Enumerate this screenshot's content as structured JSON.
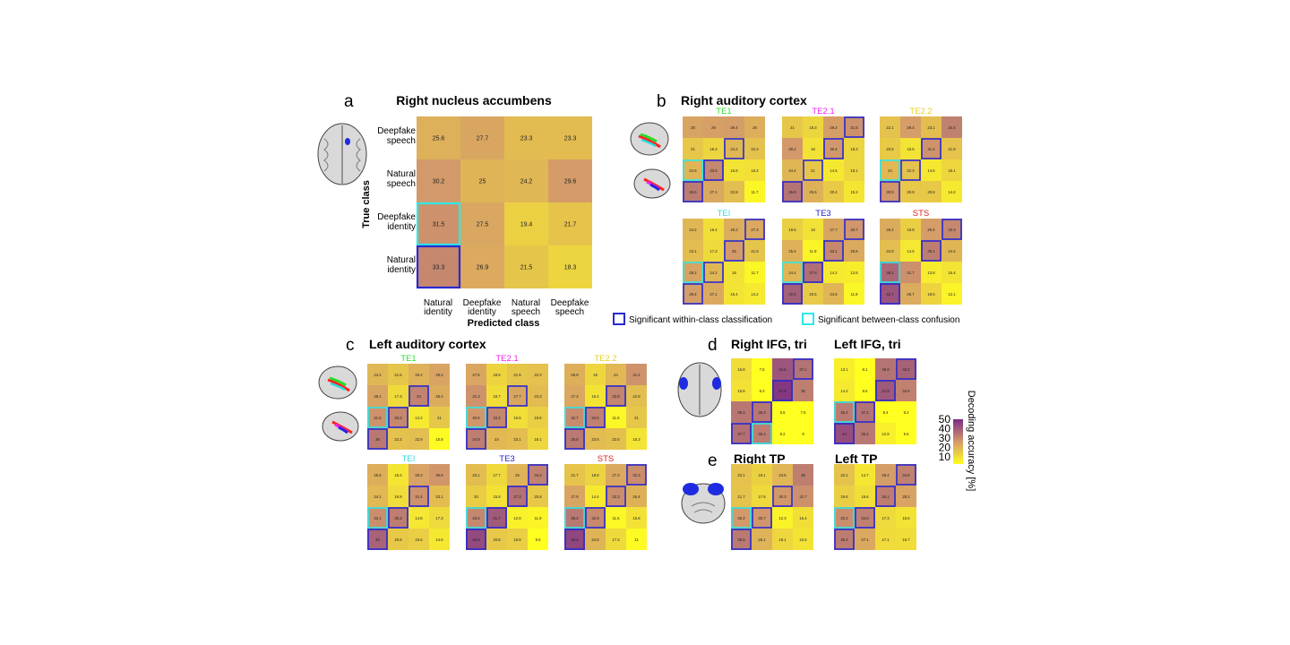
{
  "panels": {
    "a": {
      "letter": "a",
      "title": "Right nucleus accumbens"
    },
    "b": {
      "letter": "b",
      "title": "Right auditory cortex"
    },
    "c": {
      "letter": "c",
      "title": "Left auditory cortex"
    },
    "d": {
      "letter": "d",
      "titles": [
        "Right IFG, tri",
        "Left IFG, tri"
      ]
    },
    "e": {
      "letter": "e",
      "titles": [
        "Right TP",
        "Left TP"
      ]
    }
  },
  "legend": {
    "within": "Significant within-class classification",
    "between": "Significant between-class confusion"
  },
  "colorbar": {
    "label": "Decoding accuracy [%]",
    "ticks": [
      "50",
      "40",
      "30",
      "20",
      "10"
    ],
    "min": 10,
    "max": 50
  },
  "colors": {
    "within": "#2a2ad0",
    "between": "#2ee8e8",
    "low": "#ffff20",
    "mid": "#d49a6a",
    "high": "#7b2c86"
  },
  "chart_data": [
    {
      "type": "heatmap",
      "panel": "a",
      "title": "Right nucleus accumbens",
      "ylabel": "True class",
      "xlabel": "Predicted class",
      "rows": [
        "Deepfake speech",
        "Natural speech",
        "Deepfake identity",
        "Natural identity"
      ],
      "cols": [
        "Natural identity",
        "Deepfake identity",
        "Natural speech",
        "Deepfake speech"
      ],
      "values": [
        [
          25.6,
          27.7,
          23.3,
          23.3
        ],
        [
          30.2,
          25,
          24.2,
          29.6
        ],
        [
          31.5,
          27.5,
          19.4,
          21.7
        ],
        [
          33.3,
          26.9,
          21.5,
          18.3
        ]
      ],
      "within": [
        [
          3,
          0
        ]
      ],
      "between": [
        [
          2,
          0
        ]
      ]
    },
    {
      "type": "heatmap",
      "panel": "b",
      "title": "TE1",
      "titleColor": "#33dd33",
      "values": [
        [
          28.0,
          29,
          29.4,
          26
        ],
        [
          21,
          18.3,
          24.2,
          22.3
        ],
        [
          24.6,
          33.5,
          15.6,
          16.2
        ],
        [
          35.5,
          27.1,
          22.9,
          11.7
        ]
      ],
      "within": [
        [
          3,
          0
        ],
        [
          2,
          1
        ],
        [
          1,
          2
        ]
      ],
      "between": [
        [
          2,
          0
        ]
      ]
    },
    {
      "type": "heatmap",
      "panel": "b",
      "title": "TE2.1",
      "titleColor": "#ee22ee",
      "values": [
        [
          21,
          18.3,
          29.2,
          31.5
        ],
        [
          30.2,
          16,
          30.4,
          18.3
        ],
        [
          24.4,
          21,
          14.5,
          18.1
        ],
        [
          36.9,
          25.5,
          20.4,
          15.2
        ]
      ],
      "within": [
        [
          3,
          0
        ],
        [
          2,
          1
        ],
        [
          1,
          2
        ],
        [
          0,
          3
        ]
      ],
      "between": []
    },
    {
      "type": "heatmap",
      "panel": "b",
      "title": "TE2.2",
      "titleColor": "#e8d020",
      "values": [
        [
          22.1,
          29.4,
          23.1,
          34.4
        ],
        [
          20.5,
          15.5,
          31.2,
          21.9
        ],
        [
          24,
          22.3,
          14.6,
          18.1
        ],
        [
          30.5,
          20.9,
          20.6,
          14.2
        ]
      ],
      "within": [
        [
          3,
          0
        ],
        [
          2,
          1
        ],
        [
          1,
          2
        ]
      ],
      "between": [
        [
          2,
          0
        ]
      ]
    },
    {
      "type": "heatmap",
      "panel": "b",
      "title": "TEI",
      "titleColor": "#33dddd",
      "values": [
        [
          24.2,
          16.4,
          26.2,
          27.3
        ],
        [
          23.1,
          17.3,
          30,
          21.5
        ],
        [
          28.2,
          24.2,
          16,
          11.7
        ],
        [
          29.4,
          27.1,
          15.4,
          14.2
        ]
      ],
      "within": [
        [
          3,
          0
        ],
        [
          2,
          1
        ],
        [
          1,
          2
        ],
        [
          0,
          3
        ]
      ],
      "between": [
        [
          2,
          0
        ]
      ]
    },
    {
      "type": "heatmap",
      "panel": "b",
      "title": "TE3",
      "titleColor": "#2222cc",
      "values": [
        [
          19.6,
          16,
          27.7,
          30.7
        ],
        [
          25.4,
          11.9,
          33.1,
          26.8
        ],
        [
          24.4,
          37.9,
          14.2,
          13.6
        ],
        [
          40.6,
          20.5,
          24.6,
          11.8
        ]
      ],
      "within": [
        [
          3,
          0
        ],
        [
          2,
          1
        ],
        [
          1,
          2
        ],
        [
          0,
          3
        ]
      ],
      "between": [
        [
          2,
          0
        ]
      ]
    },
    {
      "type": "heatmap",
      "panel": "b",
      "title": "STS",
      "titleColor": "#dd2222",
      "values": [
        [
          26.4,
          19.8,
          29.4,
          33.3
        ],
        [
          22.9,
          14.6,
          35.1,
          24.4
        ],
        [
          39.2,
          31.7,
          13.8,
          15.4
        ],
        [
          42.7,
          26.7,
          18.5,
          12.1
        ]
      ],
      "within": [
        [
          3,
          0
        ],
        [
          1,
          2
        ],
        [
          0,
          3
        ]
      ],
      "between": [
        [
          2,
          0
        ]
      ]
    },
    {
      "type": "heatmap",
      "panel": "c",
      "title": "TE1",
      "titleColor": "#33dd33",
      "values": [
        [
          24.2,
          21.5,
          25.2,
          28.2
        ],
        [
          28.1,
          17.3,
          34,
          26.4
        ],
        [
          31.5,
          33.3,
          14.2,
          21
        ],
        [
          36,
          22.3,
          22.9,
          10.8
        ]
      ],
      "within": [
        [
          3,
          0
        ],
        [
          2,
          1
        ],
        [
          1,
          2
        ]
      ],
      "between": [
        [
          2,
          0
        ]
      ]
    },
    {
      "type": "heatmap",
      "panel": "c",
      "title": "TE2.1",
      "titleColor": "#ee22ee",
      "values": [
        [
          27.5,
          18.5,
          21.5,
          22.3
        ],
        [
          31.3,
          16.7,
          27.7,
          23.3
        ],
        [
          30.6,
          33.3,
          16.5,
          19.6
        ],
        [
          34.9,
          24,
          23.1,
          18.1
        ]
      ],
      "within": [
        [
          3,
          0
        ],
        [
          2,
          1
        ],
        [
          1,
          2
        ]
      ],
      "between": [
        [
          2,
          0
        ]
      ]
    },
    {
      "type": "heatmap",
      "panel": "c",
      "title": "TE2.2",
      "titleColor": "#e8d020",
      "values": [
        [
          25.8,
          18,
          24,
          31.2
        ],
        [
          27.3,
          15.4,
          33.8,
          22.9
        ],
        [
          32.7,
          34.6,
          11.5,
          21
        ],
        [
          35.8,
          23.5,
          22.5,
          15.3
        ]
      ],
      "within": [
        [
          3,
          0
        ],
        [
          2,
          1
        ],
        [
          1,
          2
        ]
      ],
      "between": [
        [
          2,
          0
        ]
      ]
    },
    {
      "type": "heatmap",
      "panel": "c",
      "title": "TEI",
      "titleColor": "#33dddd",
      "values": [
        [
          25.8,
          15.2,
          28.3,
          30.6
        ],
        [
          24.1,
          16.9,
          31.4,
          23.1
        ],
        [
          32.1,
          35.2,
          14.8,
          17.3
        ],
        [
          40,
          20.6,
          19.6,
          14.6
        ]
      ],
      "within": [
        [
          3,
          0
        ],
        [
          2,
          1
        ],
        [
          1,
          2
        ]
      ],
      "between": [
        [
          2,
          0
        ]
      ]
    },
    {
      "type": "heatmap",
      "panel": "c",
      "title": "TE3",
      "titleColor": "#2222cc",
      "values": [
        [
          23.1,
          17.7,
          25,
          34.2
        ],
        [
          20,
          15.8,
          37.3,
          20.8
        ],
        [
          33.5,
          41.7,
          12.8,
          11.9
        ],
        [
          44.6,
          20.8,
          19.8,
          9.6
        ]
      ],
      "within": [
        [
          3,
          0
        ],
        [
          2,
          1
        ],
        [
          1,
          2
        ],
        [
          0,
          3
        ]
      ],
      "between": [
        [
          2,
          0
        ]
      ]
    },
    {
      "type": "heatmap",
      "panel": "c",
      "title": "STS",
      "titleColor": "#dd2222",
      "values": [
        [
          21.7,
          18.8,
          27.3,
          32.3
        ],
        [
          27.9,
          14.4,
          32.3,
          25.4
        ],
        [
          36.2,
          32.9,
          11.5,
          15.8
        ],
        [
          45.3,
          24.8,
          17.3,
          11
        ]
      ],
      "within": [
        [
          3,
          0
        ],
        [
          2,
          1
        ],
        [
          1,
          2
        ],
        [
          0,
          3
        ]
      ],
      "between": [
        [
          2,
          0
        ]
      ]
    },
    {
      "type": "heatmap",
      "panel": "d",
      "title": "Right IFG, tri",
      "values": [
        [
          16.8,
          7.5,
          42.6,
          37.1
        ],
        [
          15.8,
          8.3,
          47.9,
          35
        ],
        [
          36.3,
          36.3,
          5.5,
          7.5
        ],
        [
          37.7,
          35.2,
          8.2,
          9
        ]
      ],
      "within": [
        [
          3,
          0
        ],
        [
          2,
          1
        ],
        [
          1,
          2
        ],
        [
          0,
          3
        ]
      ],
      "between": [
        [
          3,
          1
        ]
      ]
    },
    {
      "type": "heatmap",
      "panel": "d",
      "title": "Left IFG, tri",
      "values": [
        [
          13.1,
          8.1,
          36.9,
          40.2
        ],
        [
          14.2,
          8.6,
          41.9,
          34.6
        ],
        [
          35.4,
          37.1,
          8.4,
          8.2
        ],
        [
          44,
          36.2,
          12.9,
          9.5
        ]
      ],
      "within": [
        [
          3,
          0
        ],
        [
          2,
          1
        ],
        [
          1,
          2
        ],
        [
          0,
          3
        ]
      ],
      "between": [
        [
          2,
          0
        ]
      ]
    },
    {
      "type": "heatmap",
      "panel": "e",
      "title": "Right TP",
      "values": [
        [
          22.1,
          19.1,
          24.5,
          35
        ],
        [
          21.7,
          17.6,
          30.3,
          31.7
        ],
        [
          30.2,
          30.7,
          12.3,
          16.4
        ],
        [
          35.8,
          25.1,
          18.1,
          15.5
        ]
      ],
      "within": [
        [
          3,
          0
        ],
        [
          2,
          1
        ],
        [
          1,
          2
        ]
      ],
      "between": [
        [
          2,
          0
        ]
      ]
    },
    {
      "type": "heatmap",
      "panel": "e",
      "title": "Left TP",
      "values": [
        [
          22.1,
          14.7,
          29.4,
          34.6
        ],
        [
          19.6,
          16.6,
          35.1,
          28.2
        ],
        [
          32.2,
          34.8,
          17.3,
          15.5
        ],
        [
          35.4,
          27.1,
          17.1,
          16.7
        ]
      ],
      "within": [
        [
          3,
          0
        ],
        [
          2,
          1
        ],
        [
          1,
          2
        ],
        [
          0,
          3
        ]
      ],
      "between": [
        [
          2,
          0
        ]
      ]
    }
  ]
}
